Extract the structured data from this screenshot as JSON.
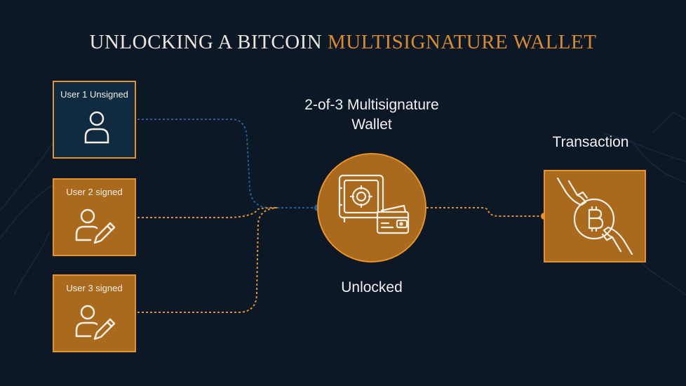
{
  "title": {
    "main": "UNLOCKING A BITCOIN ",
    "accent": "MULTISIGNATURE WALLET"
  },
  "users": [
    {
      "label": "User 1 Unsigned",
      "status": "unsigned",
      "icon": "user-icon"
    },
    {
      "label": "User 2 signed",
      "status": "signed",
      "icon": "user-sign-icon"
    },
    {
      "label": "User 3 signed",
      "status": "signed",
      "icon": "user-sign-icon"
    }
  ],
  "wallet": {
    "label_line1": "2-of-3 Multisignature",
    "label_line2": "Wallet",
    "status": "Unlocked",
    "icon": "safe-and-wallet-icon"
  },
  "transaction": {
    "label": "Transaction",
    "icon": "bitcoin-hands-icon"
  },
  "colors": {
    "background": "#0d1826",
    "accent": "#e8922c",
    "box_fill": "#a96a1e",
    "unsigned_fill": "#102a40",
    "unsigned_line": "#2c5d8f",
    "signed_line": "#e0922f"
  }
}
